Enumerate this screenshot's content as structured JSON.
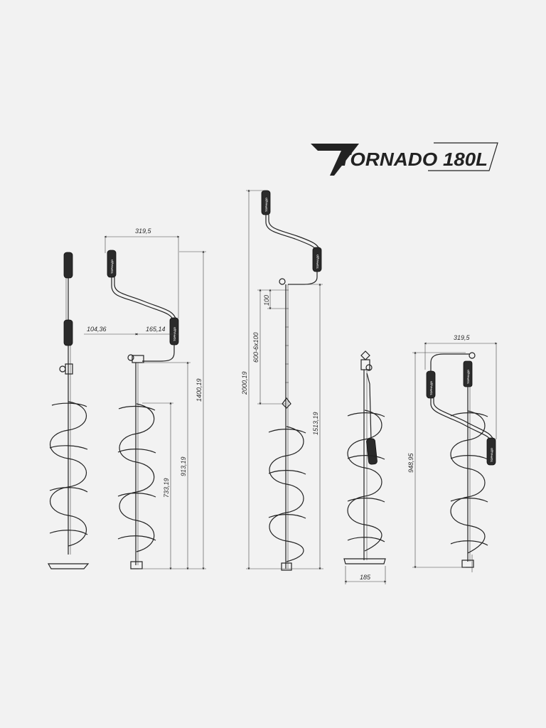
{
  "logo": {
    "text": "TORNADO 180L"
  },
  "grip_label": "ТОРНАДО",
  "dimensions": {
    "handle_width_2": "319,5",
    "offset_left": "104,36",
    "offset_right": "165,14",
    "total_height_2": "1400,19",
    "screw_height_2": "913,19",
    "screw_length_2": "733,19",
    "extension_step": "100",
    "extension_range": "600-6x100",
    "total_height_3": "2000,19",
    "working_height_3": "1513,19",
    "blade_width": "185",
    "handle_width_5": "319,5",
    "folded_height_5": "948,95"
  },
  "colors": {
    "line": "#222222",
    "background": "#f2f2f2"
  }
}
